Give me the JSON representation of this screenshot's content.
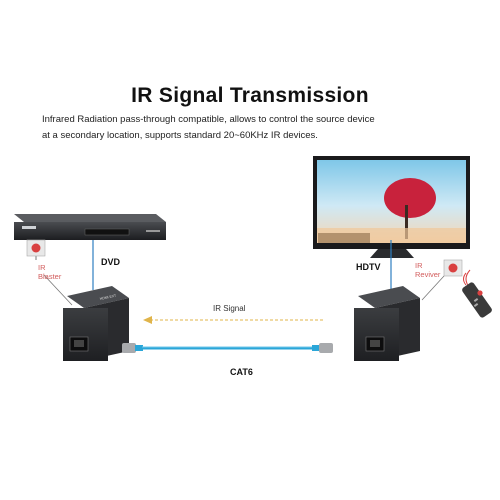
{
  "title": "IR Signal Transmission",
  "description": [
    "Infrared Radiation pass-through compatible, allows to control the source device",
    "at a secondary location, supports standard 20~60KHz IR devices."
  ],
  "labels": {
    "dvd": "DVD",
    "hdtv": "HDTV",
    "ir_blaster": [
      "IR",
      "Blaster"
    ],
    "ir_receiver": [
      "IR",
      "Reviver"
    ],
    "ir_signal": "IR Signal",
    "cable": "CAT6"
  },
  "colors": {
    "box": "#2f3133",
    "cable": "#2aa6d8",
    "signal_arrow": "#e0b44a",
    "link_line": "#2f7fc0",
    "ir_dot": "#d94040",
    "remote": "#3a3a3a"
  }
}
